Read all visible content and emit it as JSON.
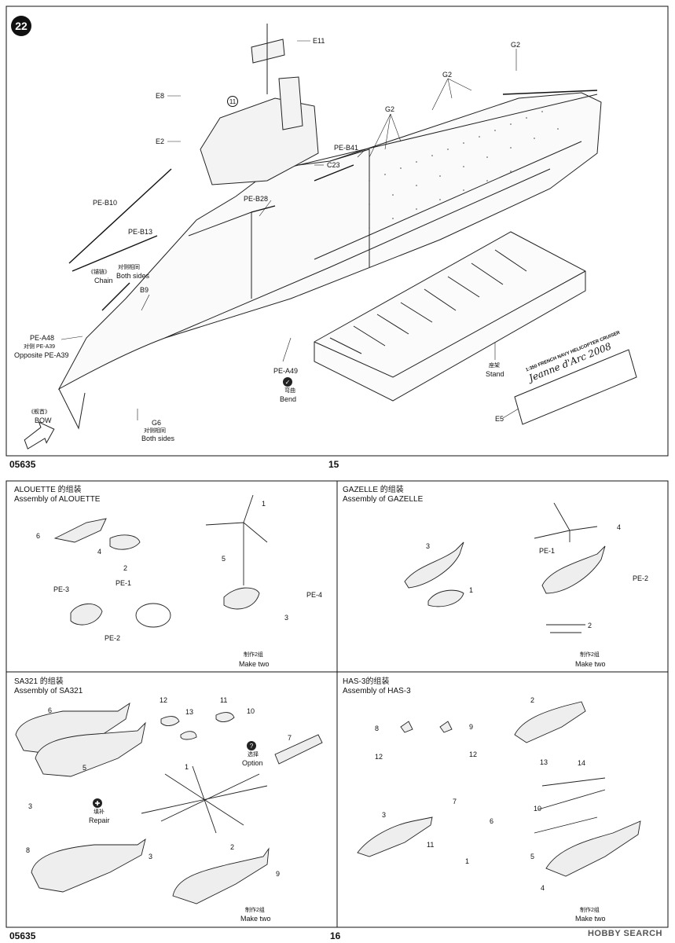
{
  "top": {
    "step_number": "22",
    "callout_11": "11",
    "labels": {
      "e11": "E11",
      "e8": "E8",
      "e2": "E2",
      "g2": "G2",
      "pe_b41": "PE-B41",
      "c23": "C23",
      "pe_b10": "PE-B10",
      "pe_b28": "PE-B28",
      "pe_b13": "PE-B13",
      "chain_cn": "《锚链》",
      "chain_en": "Chain",
      "both_sides_cn": "对侧相同",
      "both_sides_en": "Both sides",
      "b9": "B9",
      "pe_a48": "PE-A48",
      "opp_cn": "对侧 PE-A39",
      "opp_en": "Opposite PE-A39",
      "pe_a49": "PE-A49",
      "bend_cn": "弯曲",
      "bend_en": "Bend",
      "bow_cn": "《舰首》",
      "bow_en": "BOW",
      "g6": "G6",
      "stand_cn": "座架",
      "stand_en": "Stand",
      "e5": "E5",
      "nameplate_line1": "1:350 FRENCH NAVY HELICOPTER CRUISER",
      "nameplate_line2": "Jeanne d'Arc 2008"
    },
    "code": "05635",
    "page": "15"
  },
  "alouette": {
    "title_cn": "ALOUETTE 的组装",
    "title_en": "Assembly of ALOUETTE",
    "parts": [
      "6",
      "4",
      "2",
      "PE-3",
      "PE-1",
      "PE-2",
      "1",
      "5",
      "PE-4",
      "3"
    ],
    "make_two_cn": "制作2组",
    "make_two_en": "Make two"
  },
  "gazelle": {
    "title_cn": "GAZELLE 的组装",
    "title_en": "Assembly of GAZELLE",
    "parts": [
      "3",
      "1",
      "4",
      "PE-1",
      "PE-2",
      "2"
    ],
    "make_two_cn": "制作2组",
    "make_two_en": "Make two"
  },
  "sa321": {
    "title_cn": "SA321 的组装",
    "title_en": "Assembly of SA321",
    "parts": [
      "6",
      "5",
      "12",
      "13",
      "11",
      "10",
      "7",
      "1",
      "3",
      "8",
      "3",
      "2",
      "9"
    ],
    "option_cn": "选择",
    "option_en": "Option",
    "repair_cn": "填补",
    "repair_en": "Repair",
    "make_two_cn": "制作2组",
    "make_two_en": "Make two"
  },
  "has3": {
    "title_cn": "HAS-3的组装",
    "title_en": "Assembly of HAS-3",
    "parts": [
      "2",
      "8",
      "9",
      "12",
      "12",
      "13",
      "14",
      "10",
      "3",
      "7",
      "6",
      "11",
      "1",
      "5",
      "4"
    ],
    "make_two_cn": "制作2组",
    "make_two_en": "Make two"
  },
  "bottom": {
    "code": "05635",
    "page": "16",
    "watermark": "HOBBY SEARCH"
  }
}
